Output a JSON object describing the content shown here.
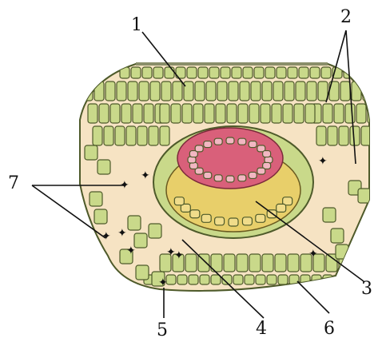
{
  "diagram": {
    "labels": [
      {
        "id": "l1",
        "text": "1"
      },
      {
        "id": "l2",
        "text": "2"
      },
      {
        "id": "l3",
        "text": "3"
      },
      {
        "id": "l4",
        "text": "4"
      },
      {
        "id": "l5",
        "text": "5"
      },
      {
        "id": "l6",
        "text": "6"
      },
      {
        "id": "l7",
        "text": "7"
      }
    ]
  },
  "colors": {
    "cell_fill": "#c9d98a",
    "cell_outline": "#4e5a2a",
    "background_tissue": "#f6e3c3",
    "xylem_pink": "#d9607a",
    "phloem_yellow": "#e8cf6a",
    "cuticle": "#8a8f6a"
  }
}
